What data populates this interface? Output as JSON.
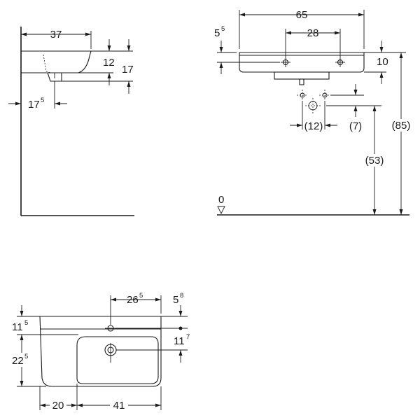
{
  "side_view": {
    "dim_width": "37",
    "dim_rim": "12",
    "dim_total": "17",
    "dim_offset_main": "17",
    "dim_offset_sup": "5"
  },
  "front_view": {
    "dim_width": "65",
    "dim_holes": "28",
    "dim_top_main": "5",
    "dim_top_sup": "5",
    "dim_height": "10",
    "dim_drain_x": "(12)",
    "dim_drain_y": "(7)",
    "dim_drain_h": "(53)",
    "dim_total_h": "(85)",
    "floor_level": "0"
  },
  "top_view": {
    "dim_tap_main": "26",
    "dim_tap_sup": "5",
    "dim_edge_main": "5",
    "dim_edge_sup": "8",
    "dim_front_main": "11",
    "dim_front_sup": "5",
    "dim_right_main": "11",
    "dim_right_sup": "7",
    "dim_depth_main": "22",
    "dim_depth_sup": "5",
    "dim_shelf": "20",
    "dim_bowl": "41"
  }
}
